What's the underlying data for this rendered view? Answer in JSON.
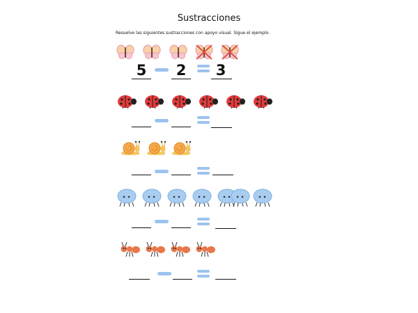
{
  "title": "Sustracciones",
  "instructions": "Resuelve las siguientes sustracciones con apoyo visual. Sigue el ejemplo.",
  "example": {
    "minuend": "5",
    "subtrahend": "2",
    "result": "3"
  },
  "rows": [
    {
      "picture": "butterfly-icon",
      "count": 5,
      "crossed": 2
    },
    {
      "picture": "ladybug-icon",
      "count": 6,
      "crossed": 0
    },
    {
      "picture": "snail-icon",
      "count": 3,
      "crossed": 0
    },
    {
      "picture": "blue-beetle-icon",
      "count": 7,
      "crossed": 0
    },
    {
      "picture": "ant-icon",
      "count": 4,
      "crossed": 0
    }
  ],
  "colors": {
    "operator": "#9cc3ee",
    "cross": "#e05040"
  }
}
